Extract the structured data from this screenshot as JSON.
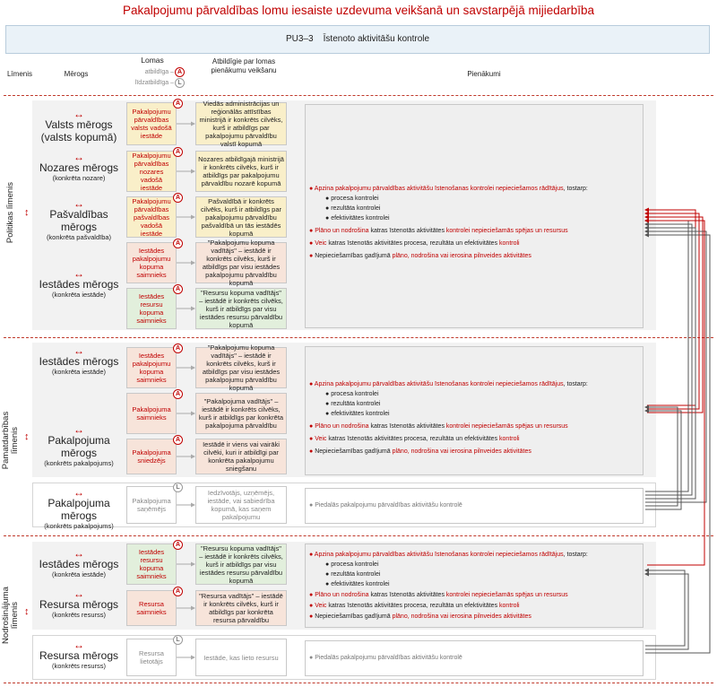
{
  "title": "Pakalpojumu pārvaldības lomu iesaiste uzdevuma veikšanā un savstarpējā mijiedarbība",
  "pu_bar": {
    "code": "PU3–3",
    "name": "Īstenoto aktivitāšu kontrole"
  },
  "headers": {
    "level": "Līmenis",
    "scale": "Mērogs",
    "roles": "Lomas",
    "legend_a": "atbildīga –",
    "legend_l": "līdzatbildīga –",
    "resp": "Atbildīgie par lomas pienākumu veikšanu",
    "duties": "Pienākumi"
  },
  "badges": {
    "a": "A",
    "l": "L"
  },
  "arrow_glyph": "↔",
  "level_arrow": "↕",
  "sections": {
    "politikas": {
      "label": "Politikas līmenis"
    },
    "pamatdarbibas": {
      "label": "Pamatdarbības līmenis"
    },
    "nodrosinajuma": {
      "label": "Nodrošinājuma līmenis"
    }
  },
  "scales": {
    "valsts": {
      "name": "Valsts mērogs",
      "sub": "(valsts kopumā)"
    },
    "nozares": {
      "name": "Nozares mērogs",
      "sub": "(konkrēta nozare)"
    },
    "pasvaldibas": {
      "name": "Pašvaldības mērogs",
      "sub": "(konkrēta pašvaldība)"
    },
    "iestades1": {
      "name": "Iestādes mērogs",
      "sub": "(konkrēta iestāde)"
    },
    "iestades2": {
      "name": "Iestādes mērogs",
      "sub": "(konkrēta iestāde)"
    },
    "pakalpojuma1": {
      "name": "Pakalpojuma mērogs",
      "sub": "(konkrēts pakalpojums)"
    },
    "pakalpojuma2": {
      "name": "Pakalpojuma mērogs",
      "sub": "(konkrēts pakalpojums)"
    },
    "iestades3": {
      "name": "Iestādes mērogs",
      "sub": "(konkrēta iestāde)"
    },
    "resursa1": {
      "name": "Resursa mērogs",
      "sub": "(konkrēts resurss)"
    },
    "resursa2": {
      "name": "Resursa mērogs",
      "sub": "(konkrēts resurss)"
    }
  },
  "roles": {
    "r1": "Pakalpojumu pārvaldības valsts vadošā iestāde",
    "r2": "Pakalpojumu pārvaldības nozares vadošā iestāde",
    "r3": "Pakalpojumu pārvaldības pašvaldības vadošā iestāde",
    "r4": "Iestādes pakalpojumu kopuma saimnieks",
    "r5": "Iestādes resursu kopuma saimnieks",
    "r6": "Iestādes pakalpojumu kopuma saimnieks",
    "r7": "Pakalpojuma saimnieks",
    "r8": "Pakalpojuma sniedzējs",
    "r9": "Pakalpojuma saņēmējs",
    "r10": "Iestādes resursu kopuma saimnieks",
    "r11": "Resursa saimnieks",
    "r12": "Resursa lietotājs"
  },
  "resps": {
    "p1": "Viedās administrācijas un reģionālās attīstības ministrijā ir konkrēts cilvēks, kurš ir atbildīgs par pakalpojumu pārvaldību valstī kopumā",
    "p2": "Nozares atbildīgajā ministrijā ir konkrēts cilvēks, kurš ir atbildīgs par pakalpojumu pārvaldību nozarē kopumā",
    "p3": "Pašvaldībā ir konkrēts cilvēks, kurš ir atbildīgs par pakalpojumu pārvaldību pašvaldībā un tās iestādēs kopumā",
    "p4": "\"Pakalpojumu kopuma vadītājs\" – iestādē ir konkrēts cilvēks, kurš ir atbildīgs par visu iestādes pakalpojumu pārvaldību kopumā",
    "p5": "\"Resursu kopuma vadītājs\" – iestādē ir konkrēts cilvēks, kurš ir atbildīgs par visu iestādes resursu pārvaldību kopumā",
    "p6": "\"Pakalpojumu kopuma vadītājs\" – iestādē ir konkrēts cilvēks, kurš ir atbildīgs par visu iestādes pakalpojumu pārvaldību kopumā",
    "p7": "\"Pakalpojuma vadītājs\" – iestādē ir konkrēts cilvēks, kurš ir atbildīgs par konkrēta pakalpojuma pārvaldību",
    "p8": "Iestādē ir viens vai vairāki cilvēki, kuri ir atbildīgi par konkrēta pakalpojumu sniegšanu",
    "p9": "Iedzīvotājs, uzņēmējs, iestāde, vai sabiedrība kopumā, kas saņem pakalpojumu",
    "p10": "\"Resursu kopuma vadītājs\" – iestādē ir konkrēts cilvēks, kurš ir atbildīgs par visu iestādes resursu pārvaldību kopumā",
    "p11": "\"Resursa vadītājs\" – iestādē ir konkrēts cilvēks, kurš ir atbildīgs par konkrēta resursa pārvaldību",
    "p12": "Iestāde, kas lieto resursu"
  },
  "duties_full": {
    "d1a": "Apzina pakalpojumu pārvaldības aktivitāšu īstenošanas kontrolei nepieciešamos rādītājus",
    "d1b": ", tostarp:",
    "d1c": "procesa kontrolei",
    "d1d": "rezultāta kontrolei",
    "d1e": "efektivitātes kontrolei",
    "d2a": "Plāno un nodrošina",
    "d2b": " katras īstenotās aktivitātes ",
    "d2c": "kontrolei nepieciešamās spējas un resursus",
    "d3a": "Veic",
    "d3b": " katras īstenotās aktivitātes procesa, rezultāta un efektivitātes ",
    "d3c": "kontroli",
    "d4a": "Nepieciešamības gadījumā ",
    "d4b": "plāno, nodrošina vai ierosina pilnveides aktivitātes"
  },
  "duties_short": "Piedalās pakalpojumu pārvaldības aktivitāšu kontrolē"
}
